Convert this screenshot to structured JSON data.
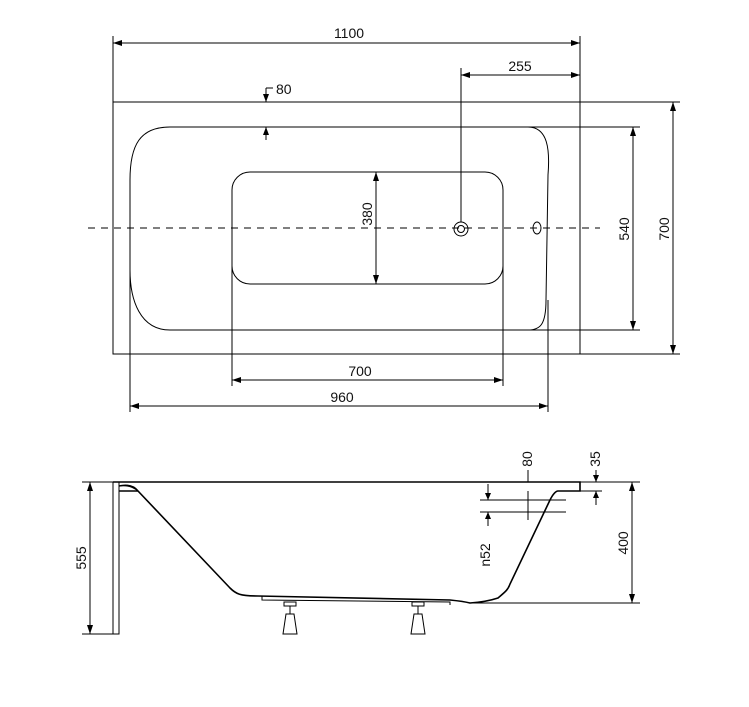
{
  "diagram": {
    "top_view": {
      "dim_length": "1100",
      "dim_drain_offset": "255",
      "dim_rim": "80",
      "dim_inner_width": "380",
      "dim_basin_width": "540",
      "dim_total_width": "700",
      "dim_inner_length": "700",
      "dim_basin_length": "960"
    },
    "side_view": {
      "dim_height": "555",
      "dim_rim_80": "80",
      "dim_rim_35": "35",
      "dim_overflow": "n52",
      "dim_depth": "400"
    }
  }
}
